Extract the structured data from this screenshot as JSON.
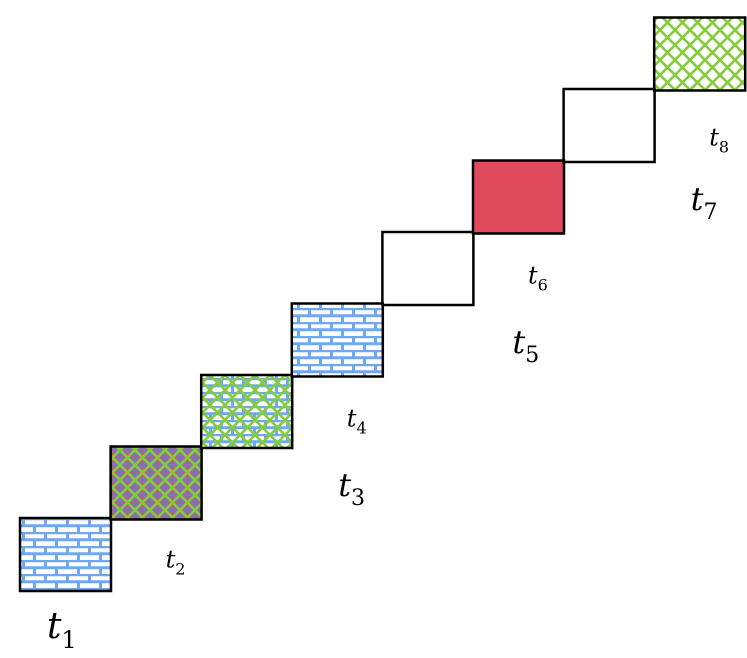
{
  "diagram": {
    "colors": {
      "brick_line": "#6ea8f0",
      "lattice_line": "#84cc3c",
      "red_fill": "#e04a5c",
      "purple_fill": "#8a6fae",
      "outline": "#000000",
      "background": "#ffffff"
    },
    "blocks": [
      {
        "id": "t1",
        "label_base": "t",
        "label_sub": "1",
        "patterns": [
          "brick"
        ]
      },
      {
        "id": "t2",
        "label_base": "t",
        "label_sub": "2",
        "patterns": [
          "purple",
          "red-diamonds",
          "lattice"
        ]
      },
      {
        "id": "t3",
        "label_base": "t",
        "label_sub": "3",
        "patterns": [
          "brick",
          "lattice"
        ]
      },
      {
        "id": "t4",
        "label_base": "t",
        "label_sub": "4",
        "patterns": [
          "brick"
        ]
      },
      {
        "id": "t5",
        "label_base": "t",
        "label_sub": "5",
        "patterns": []
      },
      {
        "id": "t6",
        "label_base": "t",
        "label_sub": "6",
        "patterns": [
          "red"
        ]
      },
      {
        "id": "t7",
        "label_base": "t",
        "label_sub": "7",
        "patterns": []
      },
      {
        "id": "t8",
        "label_base": "t",
        "label_sub": "8",
        "patterns": [
          "lattice"
        ]
      }
    ]
  }
}
